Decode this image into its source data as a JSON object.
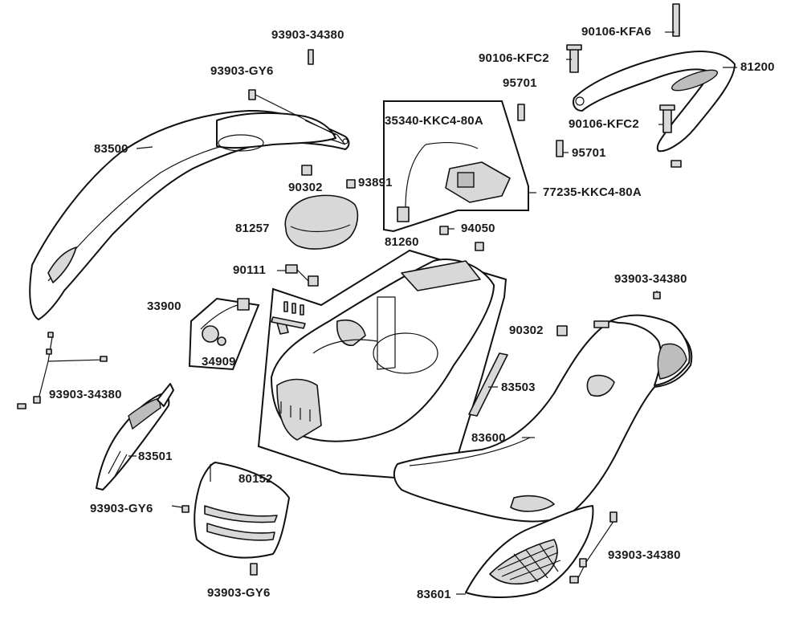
{
  "labels": {
    "p_93903_34380_top": "93903-34380",
    "p_93903_gy6_top": "93903-GY6",
    "p_90106_kfa6": "90106-KFA6",
    "p_90106_kfc2_a": "90106-KFC2",
    "p_81200": "81200",
    "p_95701_a": "95701",
    "p_35340": "35340-KKC4-80A",
    "p_90106_kfc2_b": "90106-KFC2",
    "p_95701_b": "95701",
    "p_83500": "83500",
    "p_90302_a": "90302",
    "p_93891": "93891",
    "p_77235": "77235-KKC4-80A",
    "p_81257": "81257",
    "p_94050": "94050",
    "p_81260": "81260",
    "p_90111": "90111",
    "p_93903_34380_right": "93903-34380",
    "p_33900": "33900",
    "p_90302_b": "90302",
    "p_34909": "34909",
    "p_83503": "83503",
    "p_93903_34380_left": "93903-34380",
    "p_83600": "83600",
    "p_83501": "83501",
    "p_80152": "80152",
    "p_93903_gy6_left": "93903-GY6",
    "p_93903_34380_bottom": "93903-34380",
    "p_93903_gy6_bottom": "93903-GY6",
    "p_83601": "83601"
  }
}
